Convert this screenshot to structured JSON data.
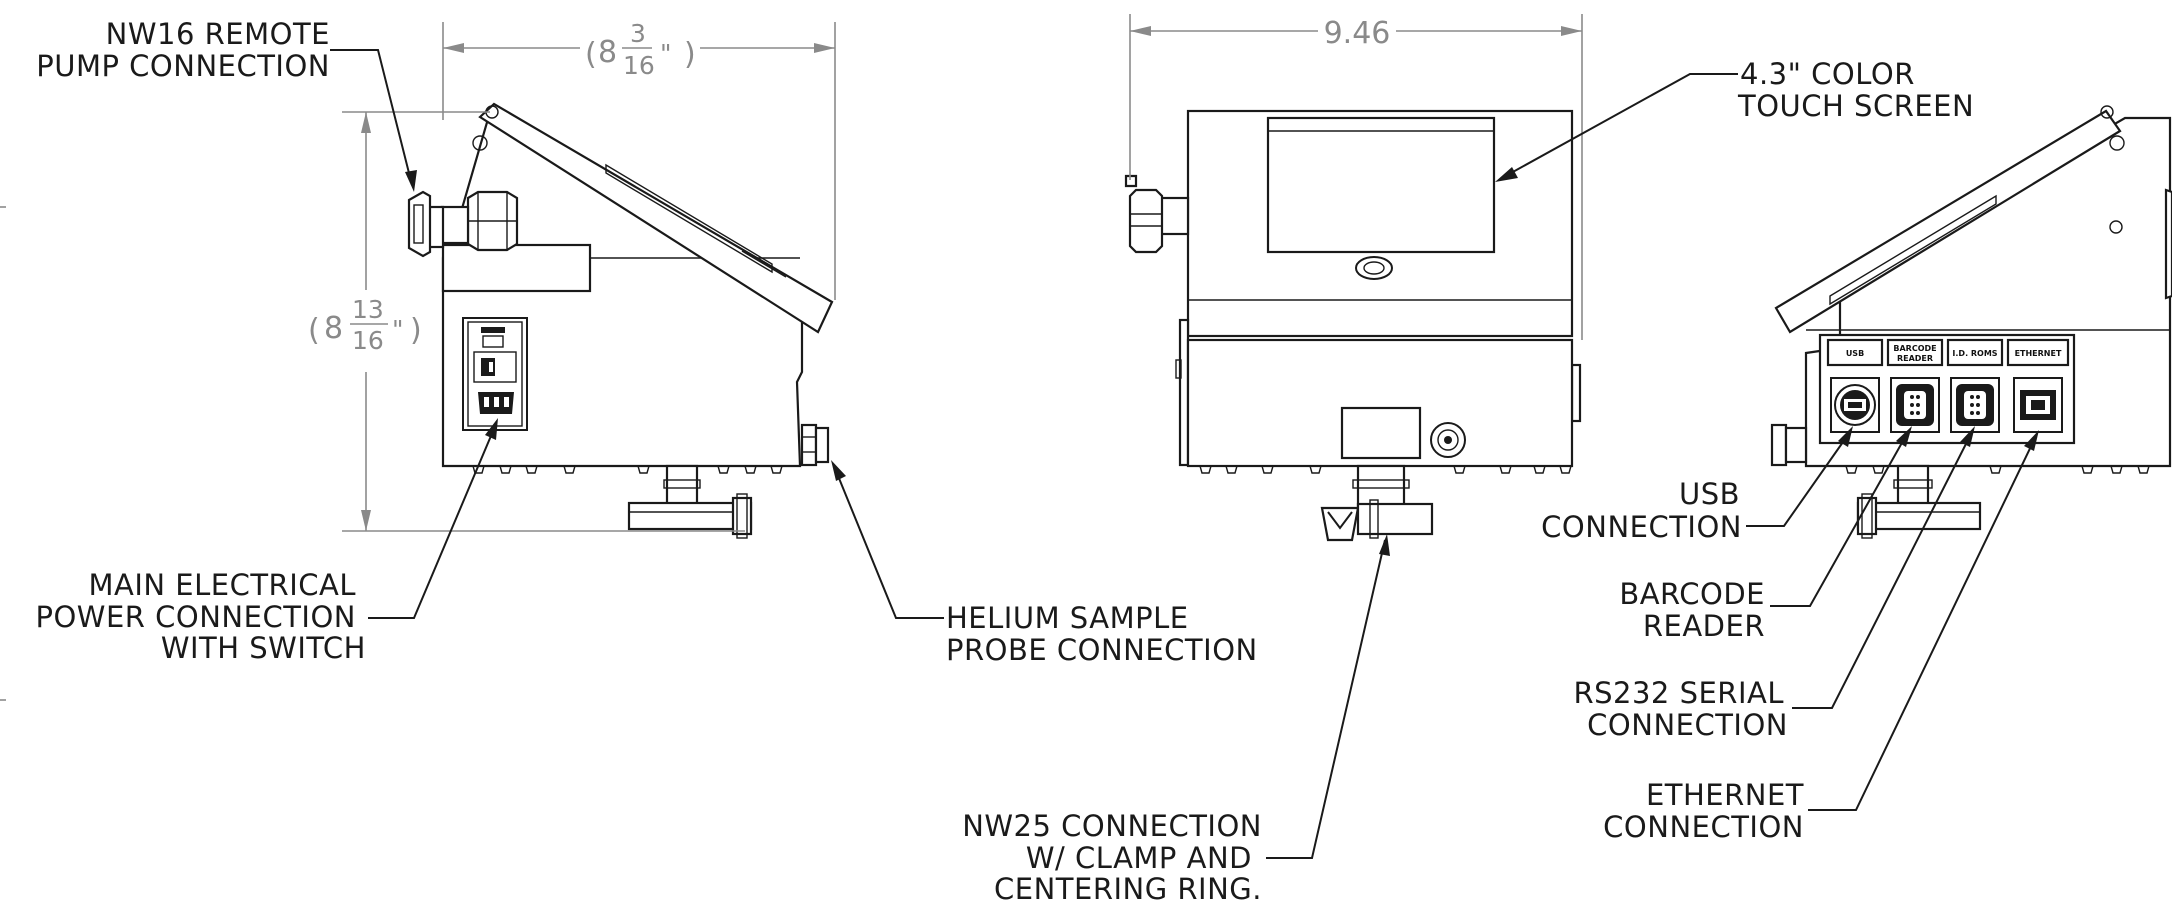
{
  "side_view_left": {
    "callouts": {
      "pump": [
        "NW16 REMOTE",
        "PUMP CONNECTION"
      ],
      "power": [
        "MAIN ELECTRICAL",
        "POWER CONNECTION",
        "WITH SWITCH"
      ],
      "helium": [
        "HELIUM SAMPLE",
        "PROBE CONNECTION"
      ]
    },
    "dim_width": {
      "whole": "8",
      "num": "3",
      "den": "16",
      "unit": "\""
    },
    "dim_height": {
      "whole": "8",
      "num": "13",
      "den": "16",
      "unit": "\""
    }
  },
  "front_view": {
    "dim_width": "9.46",
    "callouts": {
      "screen": [
        "4.3\" COLOR",
        "TOUCH SCREEN"
      ],
      "nw25": [
        "NW25 CONNECTION",
        "W/ CLAMP AND",
        "CENTERING RING."
      ]
    }
  },
  "side_view_right": {
    "panel_labels": [
      "USB",
      "BARCODE",
      "READER",
      "I.D. ROMS",
      "ETHERNET"
    ],
    "callouts": {
      "usb": [
        "USB",
        "CONNECTION"
      ],
      "barcode": [
        "BARCODE",
        "READER"
      ],
      "rs232": [
        "RS232 SERIAL",
        "CONNECTION"
      ],
      "ethernet": [
        "ETHERNET",
        "CONNECTION"
      ]
    }
  }
}
